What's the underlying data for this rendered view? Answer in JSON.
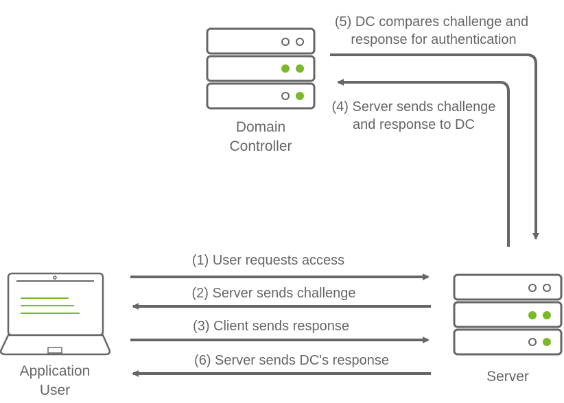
{
  "nodes": {
    "domain_controller": {
      "line1": "Domain",
      "line2": "Controller"
    },
    "server": {
      "label": "Server"
    },
    "application_user": {
      "line1": "Application",
      "line2": "User"
    }
  },
  "steps": {
    "step1": "(1) User requests access",
    "step2": "(2) Server sends challenge",
    "step3": "(3) Client sends response",
    "step4_line1": "(4) Server sends challenge",
    "step4_line2": "and response to DC",
    "step5_line1": "(5) DC compares challenge and",
    "step5_line2": "response for authentication",
    "step6": "(6) Server sends DC's response"
  },
  "colors": {
    "stroke": "#666666",
    "accent_green": "#7bb928",
    "text": "#666666"
  },
  "icons": {
    "domain_controller": "server-rack-icon",
    "server": "server-rack-icon",
    "application_user": "laptop-icon"
  }
}
